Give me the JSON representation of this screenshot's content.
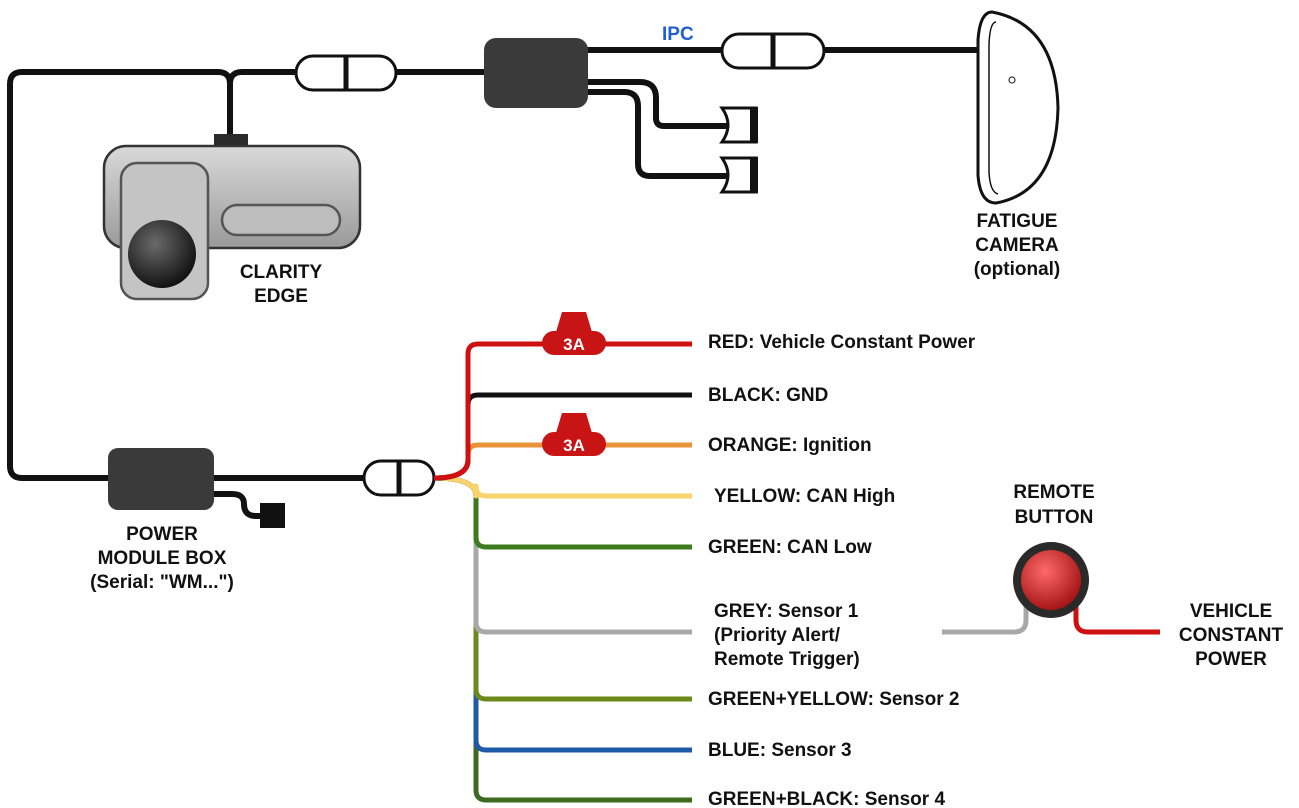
{
  "labels": {
    "ipc": "IPC",
    "clarity_edge": [
      "CLARITY",
      "EDGE"
    ],
    "fatigue_camera": [
      "FATIGUE",
      "CAMERA",
      "(optional)"
    ],
    "power_module": [
      "POWER",
      "MODULE BOX",
      "(Serial: \"WM...\")"
    ],
    "remote_button": [
      "REMOTE",
      "BUTTON"
    ],
    "vehicle_power": [
      "VEHICLE",
      "CONSTANT",
      "POWER"
    ]
  },
  "fuse_rating": "3A",
  "wires": [
    {
      "color": "#d01010",
      "fuse": true,
      "text": [
        "RED: Vehicle Constant Power"
      ]
    },
    {
      "color": "#111111",
      "fuse": false,
      "text": [
        "BLACK: GND"
      ]
    },
    {
      "color": "#e8923a",
      "fuse": true,
      "text": [
        "ORANGE: Ignition"
      ]
    },
    {
      "color": "#f7d36a",
      "fuse": false,
      "text": [
        "YELLOW: CAN High"
      ]
    },
    {
      "color": "#3d7a1e",
      "fuse": false,
      "text": [
        "GREEN: CAN Low"
      ]
    },
    {
      "color": "#a8a8a8",
      "fuse": false,
      "text": [
        "GREY: Sensor 1",
        "(Priority Alert/",
        "Remote Trigger)"
      ]
    },
    {
      "color": "#6b8a1a",
      "fuse": false,
      "text": [
        "GREEN+YELLOW: Sensor 2"
      ]
    },
    {
      "color": "#1e5aa8",
      "fuse": false,
      "text": [
        "BLUE: Sensor 3"
      ]
    },
    {
      "color": "#3d6a1e",
      "fuse": false,
      "text": [
        "GREEN+BLACK: Sensor 4"
      ]
    }
  ],
  "colors": {
    "cable": "#111111",
    "device_grey": "#bdbdbd",
    "box_dark": "#3a3a3a",
    "button_red": "#d42a2a",
    "ipc_blue": "#1f5fd1"
  }
}
